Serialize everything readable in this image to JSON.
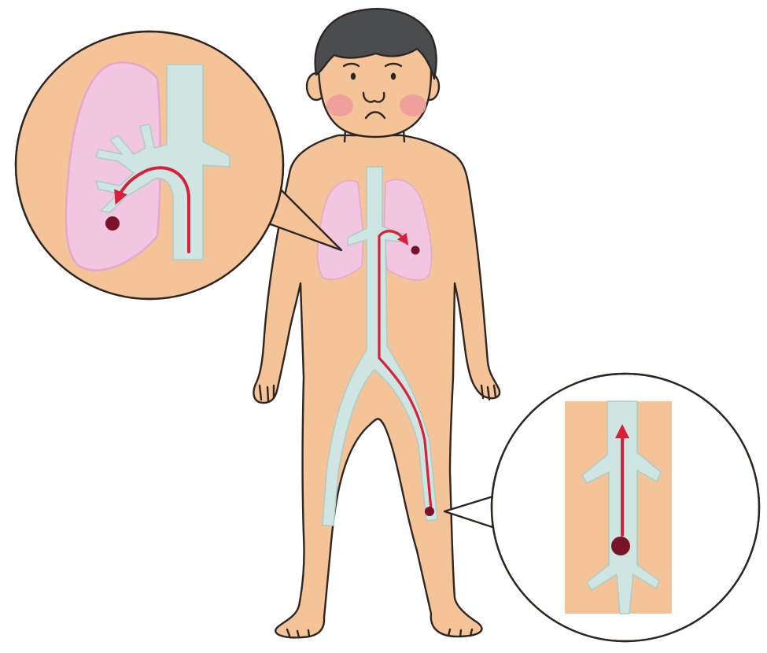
{
  "illustration": {
    "subject": "child-figure",
    "colors": {
      "skin": "#f4c398",
      "skin_shade": "#eeb98c",
      "hair": "#4b4c4e",
      "cheek": "#ee9a9c",
      "lung": "#f2c6e0",
      "lung_edge": "#e3a7cb",
      "vessel": "#cfe5e1",
      "vessel_edge": "#a9cdc7",
      "arrow": "#d81f3b",
      "clot": "#7a1228",
      "outline": "#2d2622",
      "background": "#ffffff"
    }
  },
  "callouts": [
    {
      "id": "lung",
      "icon": "lung-clot-magnified"
    },
    {
      "id": "leg",
      "icon": "leg-vein-clot-magnified"
    }
  ]
}
